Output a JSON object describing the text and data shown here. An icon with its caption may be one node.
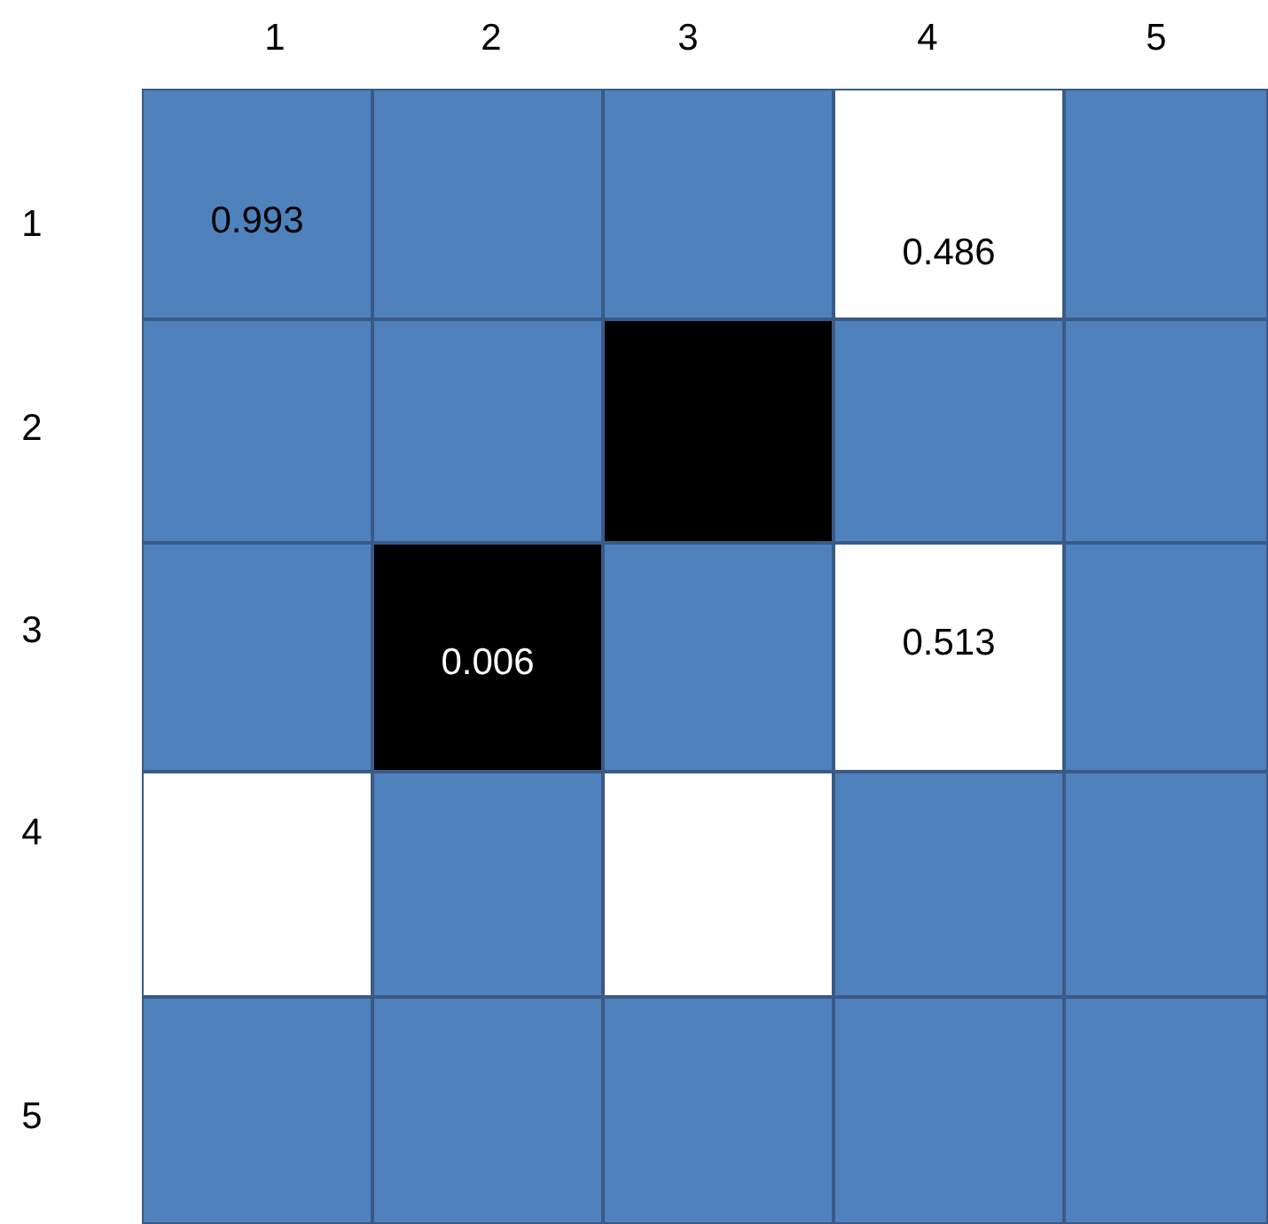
{
  "diagram": {
    "nodes": [
      {
        "text": [
          "0.993"
        ]
      },
      {
        "text": [],
        "shape": "box"
      },
      {
        "text": [],
        "shape": "box"
      },
      {
        "text": [
          "0.486"
        ]
      },
      {
        "text": [],
        "shape": "box"
      },
      {
        "text": [],
        "shape": "box"
      },
      {
        "text": [],
        "shape": "box"
      },
      {
        "text": [],
        "shape": "box"
      },
      {
        "text": [],
        "shape": "box"
      },
      {
        "text": [],
        "shape": "box"
      },
      {
        "text": [],
        "shape": "box"
      },
      {
        "text": [
          "0.006"
        ]
      },
      {
        "text": [],
        "shape": "box"
      },
      {
        "text": [
          "0.513"
        ]
      },
      {
        "text": [],
        "shape": "box"
      },
      {
        "text": [],
        "shape": "box"
      },
      {
        "text": [],
        "shape": "box"
      },
      {
        "text": [],
        "shape": "box"
      },
      {
        "text": [],
        "shape": "box"
      },
      {
        "text": [],
        "shape": "box"
      },
      {
        "text": [],
        "shape": "box"
      },
      {
        "text": [],
        "shape": "box"
      },
      {
        "text": [],
        "shape": "box"
      },
      {
        "text": [],
        "shape": "box"
      },
      {
        "text": [],
        "shape": "box"
      }
    ],
    "labels": [
      "1",
      "2",
      "3",
      "4",
      "5",
      "1",
      "2",
      "3",
      "4",
      "5"
    ]
  }
}
